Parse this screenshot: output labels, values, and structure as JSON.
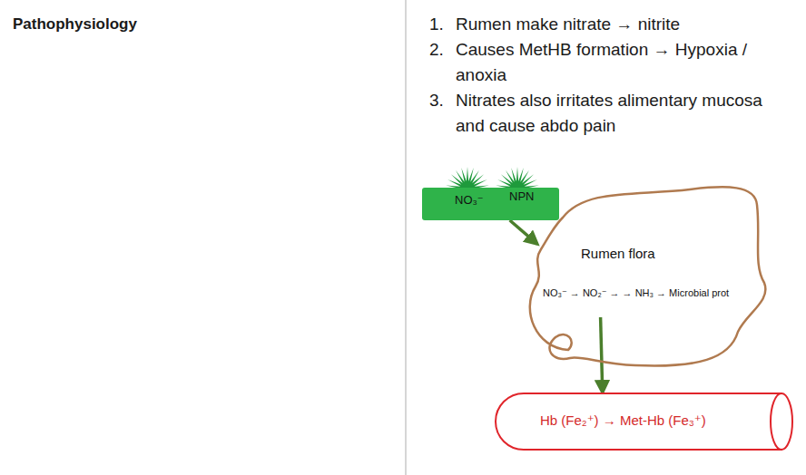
{
  "diagram": {
    "nodes": [
      {
        "text": [
          "NO₃⁻",
          "NPN"
        ]
      },
      {
        "text": [
          "Rumen flora",
          "NO₃⁻ → NO₂⁻ → → NH₃ → Microbial prot"
        ]
      },
      {
        "text": [
          "Hb (Fe₂⁺) → Met-Hb (Fe₃⁺)"
        ]
      }
    ],
    "edges": [
      {
        "from": 0,
        "to": 1,
        "arrow": "to"
      },
      {
        "from": 1,
        "to": 2,
        "arrow": "to"
      }
    ],
    "labels": [
      "Pathophysiology",
      "1.",
      "Rumen make nitrate → nitrite",
      "2.",
      "Causes MetHB formation → Hypoxia / anoxia",
      "3.",
      "Nitrates also irritates alimentary mucosa and cause abdo pain"
    ]
  }
}
